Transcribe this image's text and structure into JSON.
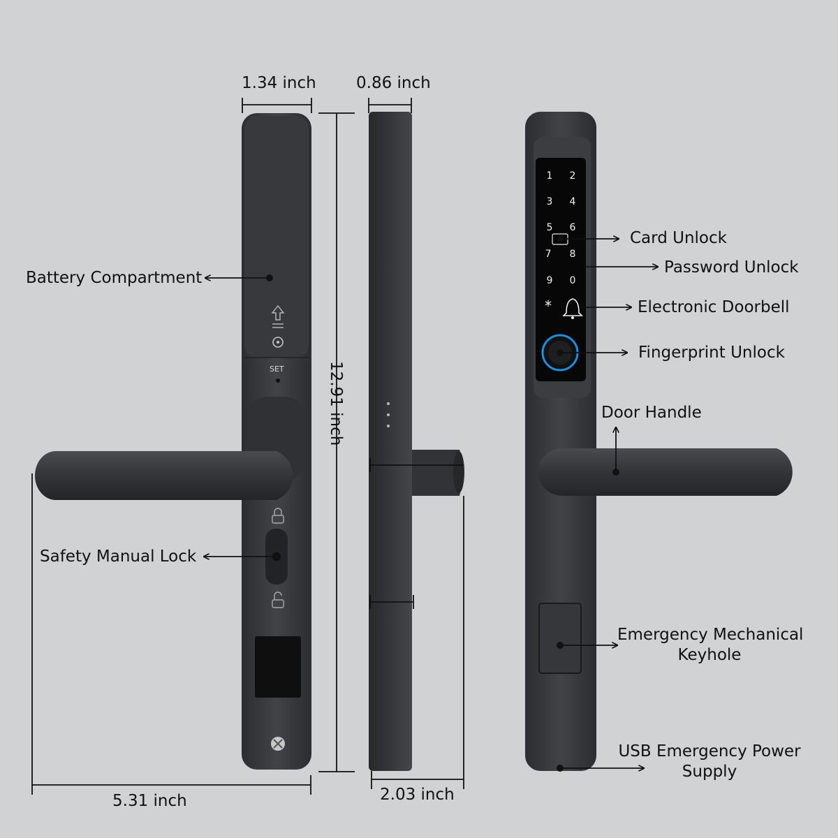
{
  "dimensions": {
    "front_width": "1.34 inch",
    "side_depth": "0.86 inch",
    "height": "12.91 inch",
    "handle_length": "5.31 inch",
    "handle_projection": "2.03 inch"
  },
  "features": {
    "battery": "Battery Compartment",
    "safety_lock": "Safety Manual Lock",
    "card": "Card Unlock",
    "password": "Password Unlock",
    "doorbell": "Electronic Doorbell",
    "fingerprint": "Fingerprint Unlock",
    "handle": "Door Handle",
    "keyhole_line1": "Emergency Mechanical",
    "keyhole_line2": "Keyhole",
    "usb_line1": "USB Emergency Power",
    "usb_line2": "Supply"
  },
  "lock_markings": {
    "set": "SET"
  },
  "keypad": {
    "k1": "1",
    "k2": "2",
    "k3": "3",
    "k4": "4",
    "k5": "5",
    "k6": "6",
    "k7": "7",
    "k8": "8",
    "k9": "9",
    "k0": "0",
    "star": "*"
  },
  "colors": {
    "background": "#d1d2d4",
    "body": "#3a3b3e",
    "keypad_panel": "#070708",
    "fingerprint_ring": "#1e8fe0"
  }
}
